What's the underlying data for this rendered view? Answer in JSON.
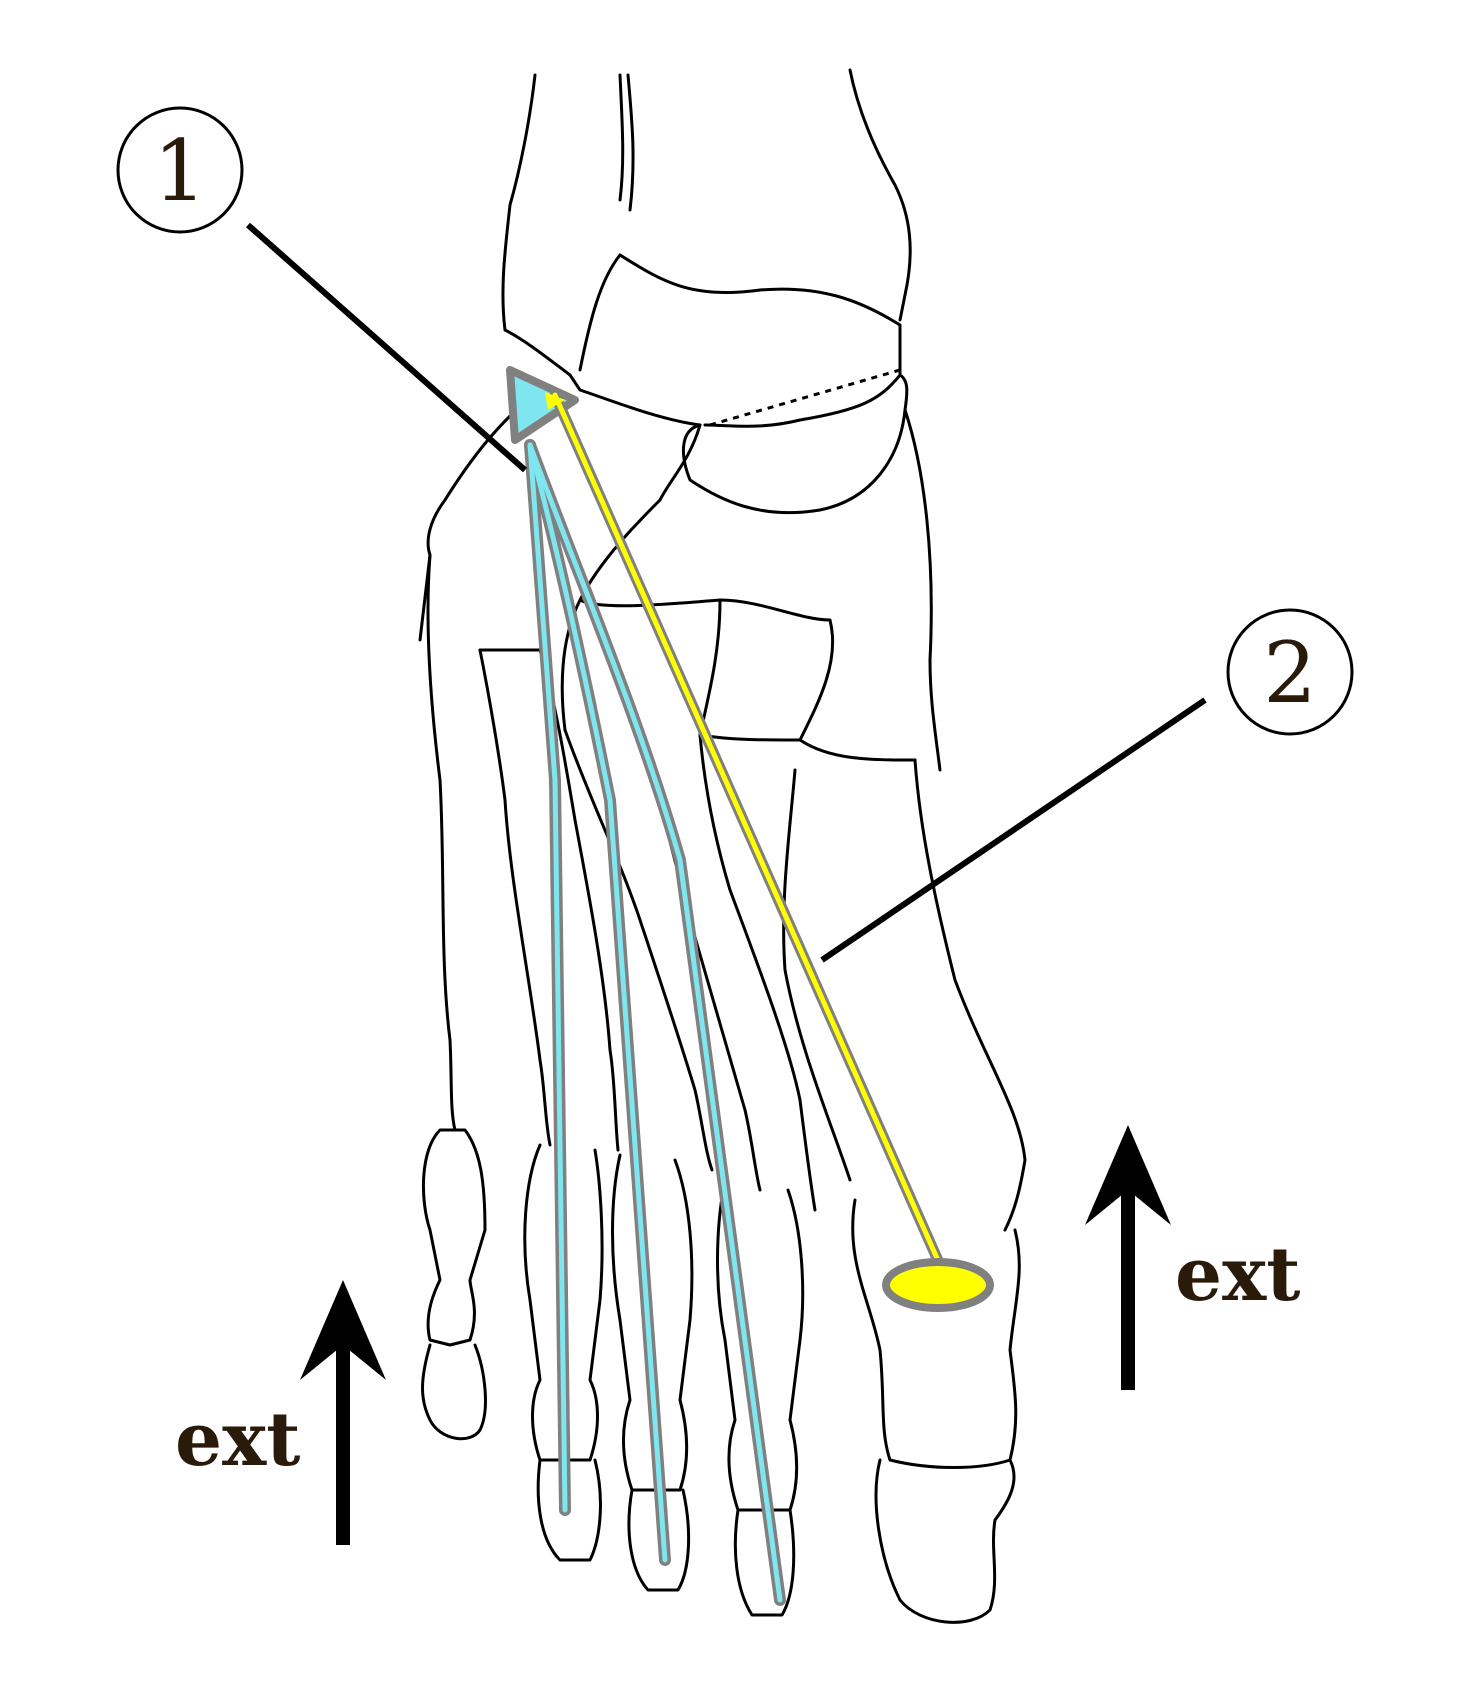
{
  "labels": {
    "callout_1": "1",
    "callout_2": "2",
    "arrow_left": "ext",
    "arrow_right": "ext"
  },
  "colors": {
    "background": "#ffffff",
    "bone_outline": "#000000",
    "tendon_1": "#7fe6f0",
    "tendon_2": "#ffff00",
    "tendon_border": "#808080",
    "label_text": "#2a1a0a"
  }
}
